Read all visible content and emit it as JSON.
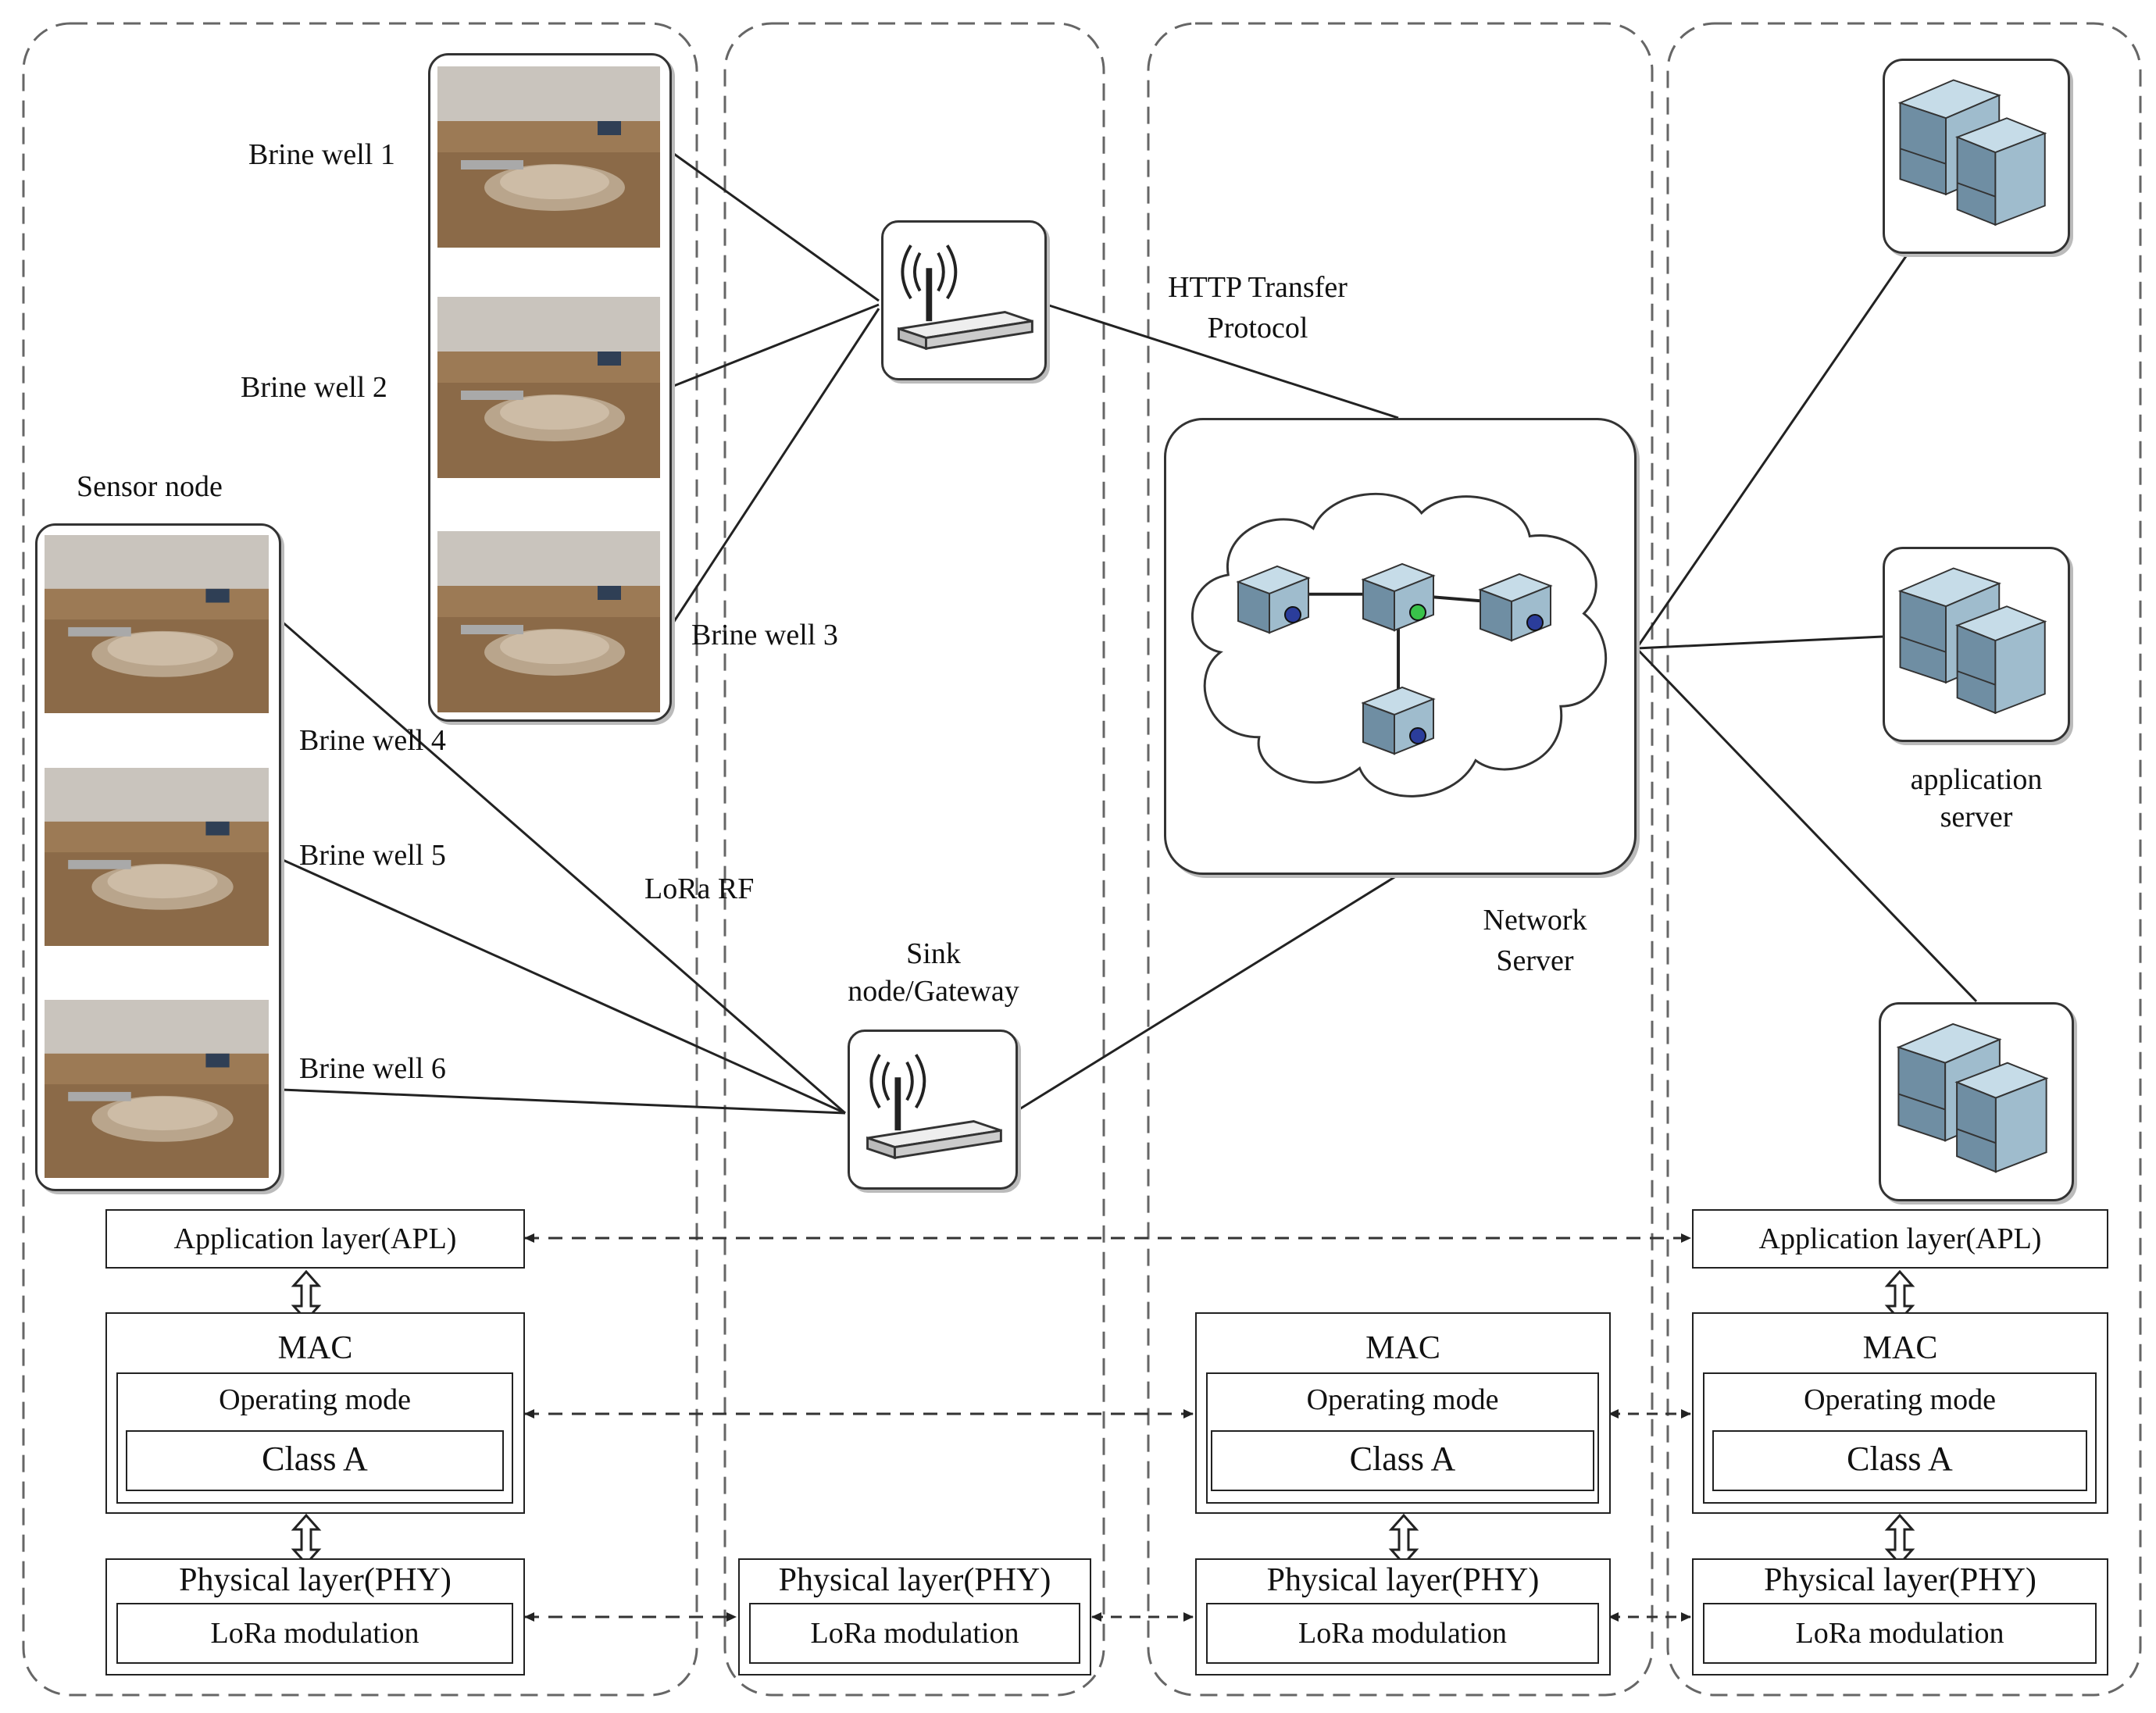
{
  "nodes": {
    "sensor_node_label": "Sensor node",
    "wells": [
      {
        "label": "Brine well 1"
      },
      {
        "label": "Brine well 2"
      },
      {
        "label": "Brine well 3"
      },
      {
        "label": "Brine well 4"
      },
      {
        "label": "Brine well 5"
      },
      {
        "label": "Brine well 6"
      }
    ],
    "lora_label": "LoRa  RF",
    "gateway_label_line1": "Sink",
    "gateway_label_line2": "node/Gateway",
    "http_label_line1": "HTTP Transfer",
    "http_label_line2": "Protocol",
    "network_server_line1": "Network",
    "network_server_line2": "Server",
    "app_server_line1": "application",
    "app_server_line2": "server"
  },
  "stacks": {
    "end_device": {
      "apl": "Application layer(APL)",
      "mac": "MAC",
      "operating_mode": "Operating mode",
      "class": "Class A",
      "phy": "Physical layer(PHY)",
      "modulation": "LoRa modulation"
    },
    "gateway": {
      "phy": "Physical layer(PHY)",
      "modulation": "LoRa modulation"
    },
    "network_server": {
      "mac": "MAC",
      "operating_mode": "Operating mode",
      "class": "Class A",
      "phy": "Physical layer(PHY)",
      "modulation": "LoRa modulation"
    },
    "app_server": {
      "apl": "Application layer(APL)",
      "mac": "MAC",
      "operating_mode": "Operating mode",
      "class": "Class A",
      "phy": "Physical layer(PHY)",
      "modulation": "LoRa modulation"
    }
  },
  "icons": [
    "brine-well-photo",
    "router-icon",
    "server-rack-icon",
    "cloud-icon",
    "double-arrow-icon"
  ],
  "colors": {
    "line": "#222222",
    "dashed": "#555555",
    "server_blue": "#8fb3c8",
    "ground": "#9c7a55",
    "sky": "#c9c4bd"
  }
}
